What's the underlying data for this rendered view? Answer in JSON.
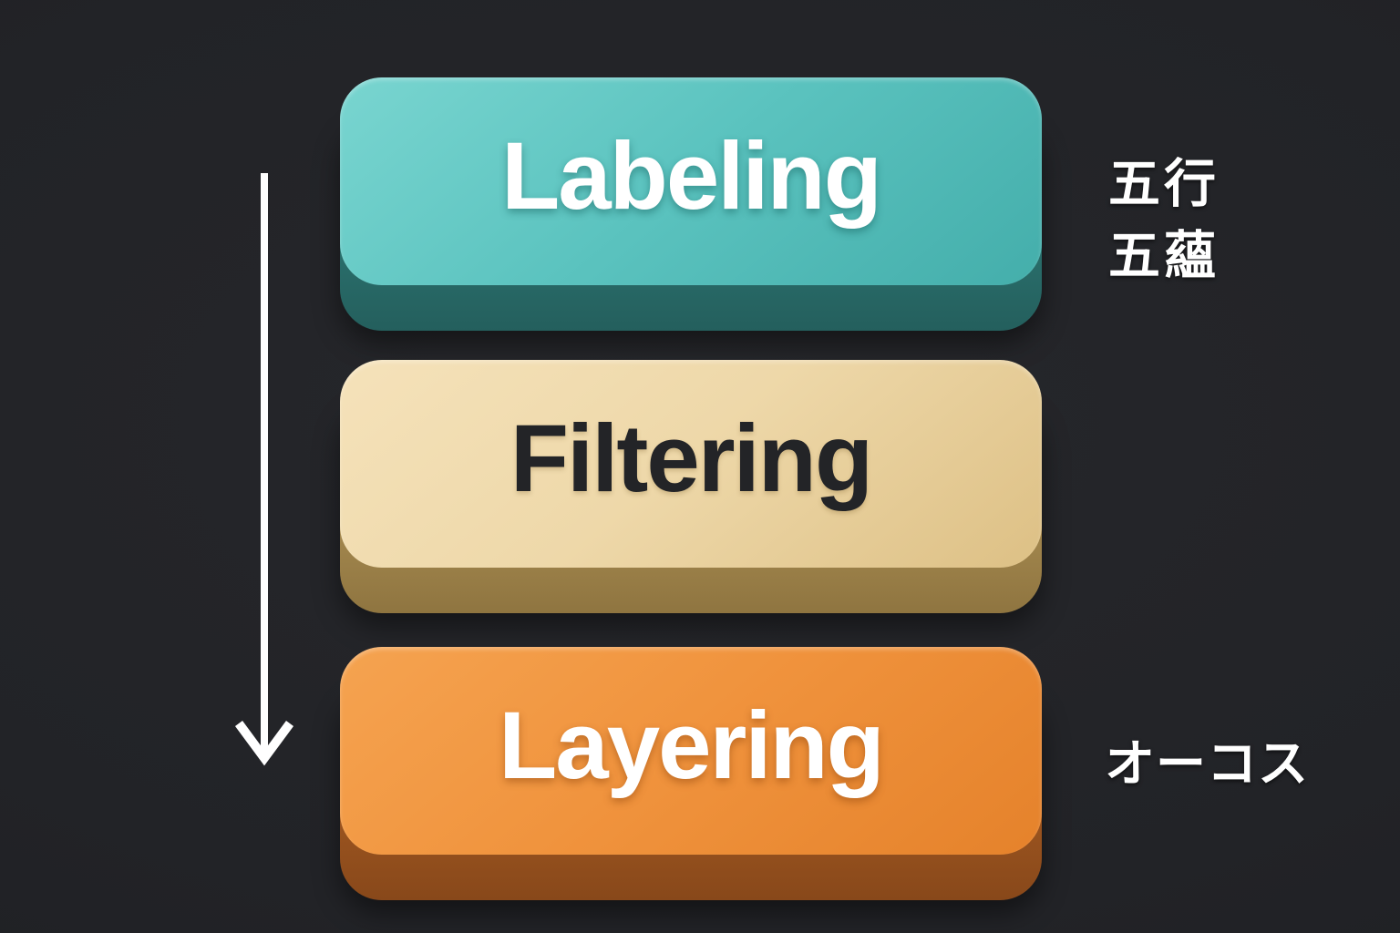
{
  "canvas": {
    "background_color": "#222327",
    "type": "process-diagram"
  },
  "diagram": {
    "arrow": {
      "direction": "down",
      "color": "#ffffff"
    },
    "blocks": [
      {
        "label": "Labeling",
        "face_color": "#5bc3bf",
        "side_color": "#2a6f6c",
        "text_color": "#ffffff"
      },
      {
        "label": "Filtering",
        "face_color": "#eed8a9",
        "side_color": "#a3874e",
        "text_color": "#232427"
      },
      {
        "label": "Layering",
        "face_color": "#f0933d",
        "side_color": "#9c5520",
        "text_color": "#ffffff"
      }
    ],
    "annotations": [
      {
        "lines": [
          "五行",
          "五蘊"
        ],
        "color": "#ffffff"
      },
      {
        "lines": [
          "オーコス"
        ],
        "color": "#ffffff"
      }
    ]
  }
}
